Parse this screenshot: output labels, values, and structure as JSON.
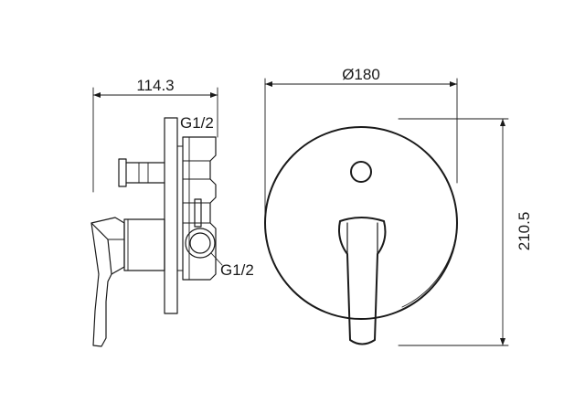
{
  "drawing": {
    "dimensions": {
      "depth": "114.3",
      "diameter": "Ø180",
      "height": "210.5"
    },
    "connections": {
      "top": "G1/2",
      "side": "G1/2"
    }
  }
}
